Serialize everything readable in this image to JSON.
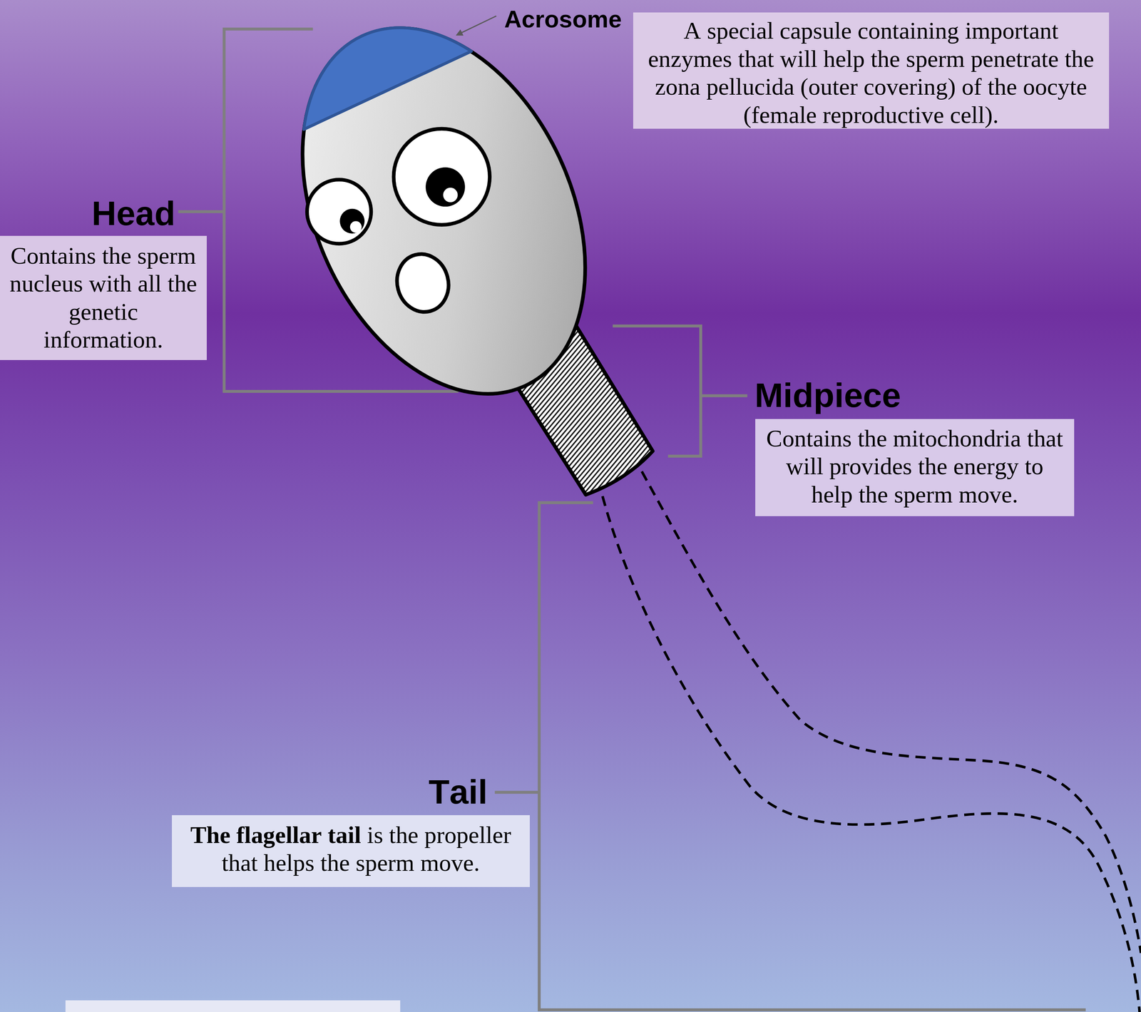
{
  "diagram": {
    "nodes": [
      {
        "text": [
          "Acrosome",
          "A special capsule containing important enzymes that will help the sperm penetrate the zona pellucida (outer covering) of the oocyte (female reproductive cell)."
        ]
      },
      {
        "text": [
          "Head",
          "Contains the sperm nucleus with all the genetic information."
        ]
      },
      {
        "text": [
          "Midpiece",
          "Contains the mitochondria that will provides the energy to help the sperm move."
        ]
      },
      {
        "text": [
          "Tail",
          "The flagellar tail",
          "is the propeller that helps the sperm move."
        ]
      }
    ]
  }
}
